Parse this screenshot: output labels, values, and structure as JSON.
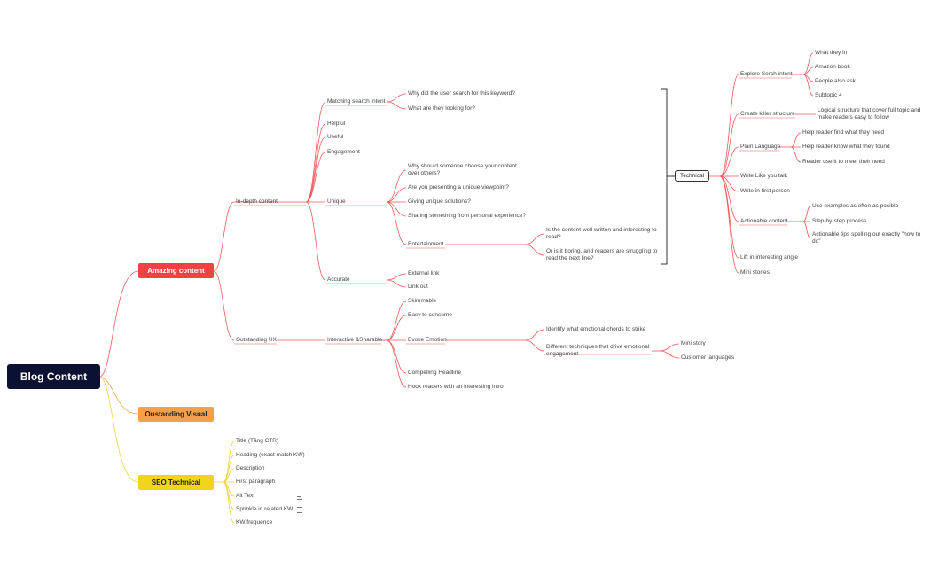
{
  "colors": {
    "root": "#0b1130",
    "red": "#f04242",
    "orange": "#f4a04a",
    "yellow": "#f1d51c",
    "red_line": "#ef5a5a",
    "yellow_line": "#f0d430",
    "dark_line": "#333333"
  },
  "root": "Blog Content",
  "main": {
    "amazing": "Amazing content",
    "visual": "Oustanding Visual",
    "seo": "SEO Technical"
  },
  "amazing": {
    "indepth": "In-depth content",
    "matching": "Matching search intent",
    "why_search": "Why did the user search for this keyword?",
    "what_looking": "What are they looking for?",
    "helpful": "Helpful",
    "useful": "Useful",
    "engagement": "Engagement",
    "unique": "Unique",
    "why_choose": "Why should someone choose your content over others?",
    "viewpoint": "Are you presenting a unique viewpoint?",
    "solutions": "Giving unique solutions?",
    "sharing": "Sharing something from personal experience?",
    "entertainment": "Entertainment",
    "well_written": "Is the content well written and interesting to read?",
    "boring": "Or is it boring, and readers are struggling to read the next line?",
    "accurate": "Accurate",
    "external": "External link",
    "link_out": "Link out",
    "ux": "Outstanding UX",
    "interactive": "Interactive &Sharable",
    "skimmable": "Skimmable",
    "easy": "Easy to consume",
    "evoke": "Evoke Emotion",
    "identify": "Identify what emotional chords to strike",
    "different": "Different techniques that drive emotional engagement",
    "mini_story": "Mini story",
    "customer_lang": "Customer languages",
    "headline": "Compelling Headline",
    "hook": "Hook readers with an interesting intro"
  },
  "technical": {
    "label": "Technical",
    "explore": "Explore Serch intent",
    "what_they": "What they in",
    "amazon": "Amazon book",
    "people": "People also ask",
    "subtopic": "Subtopic 4",
    "killer": "Create killer structure",
    "logical": "Logical structure that cover full topic and make readers easy to follow",
    "plain": "Plain Language",
    "help_find": "Help reader find what they need",
    "help_know": "Help reader know what they found",
    "reader_use": "Reader use it to meet their need",
    "write_talk": "Write Like you talk",
    "first_person": "Write in first person",
    "actionable": "Actionable content",
    "examples": "Use examples as often as posible",
    "step": "Step-by-step process",
    "tips": "Actionable tips spelling out exactly \"how to do\"",
    "angle": "Lift in interesting angle",
    "mini_stories": "Mini stories"
  },
  "seo": {
    "title": "Title (Tăng CTR)",
    "heading": "Heading (exact match KW)",
    "description": "Description",
    "first_para": "First paragraph",
    "alt_text": "Alt Text",
    "sprinkle": "Sprinkle in related KW",
    "kw_freq": "KW frequence"
  }
}
